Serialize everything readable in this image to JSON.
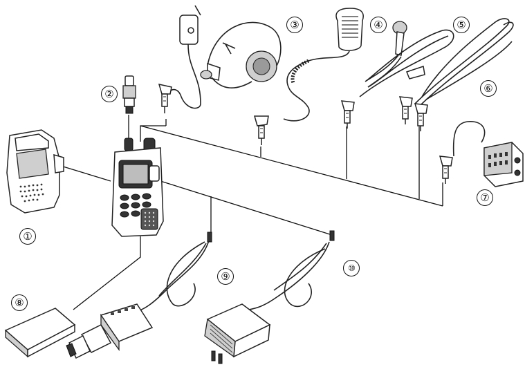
{
  "labels": {
    "n1": "①",
    "n2": "②",
    "n3": "③",
    "n4": "④",
    "n5": "⑤",
    "n6": "⑥",
    "n7": "⑦",
    "n8": "⑧",
    "n9": "⑨",
    "n10": "⑩"
  }
}
